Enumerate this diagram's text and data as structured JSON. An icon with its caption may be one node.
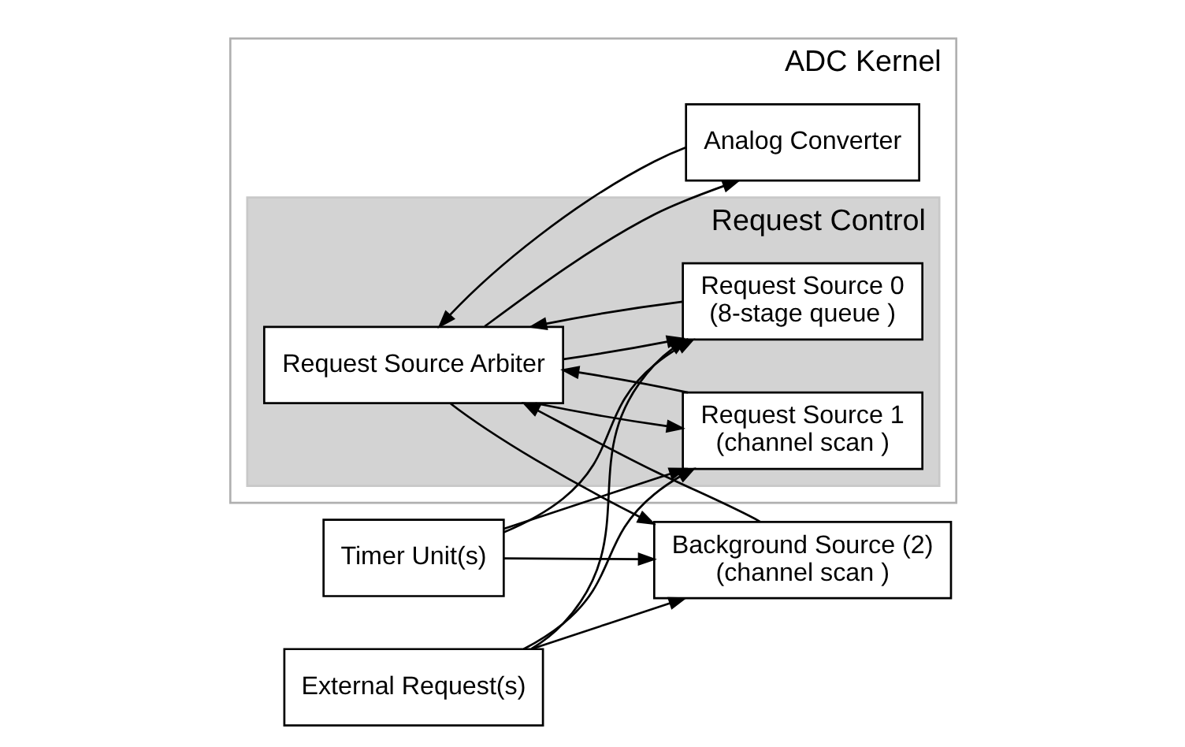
{
  "diagram": {
    "nodes": [
      {
        "text": [
          "ADC Kernel"
        ]
      },
      {
        "text": [
          "Request Control"
        ],
        "in": 0
      },
      {
        "text": [
          "Request Source Arbiter"
        ],
        "in": 1
      },
      {
        "text": [
          "Request Source 1",
          "(channel scan )"
        ],
        "in": 1
      },
      {
        "text": [
          "Request Source 0",
          "(8-stage queue )"
        ],
        "in": 1
      },
      {
        "text": [
          "Analog Converter"
        ],
        "in": 0
      },
      {
        "text": [
          "Background Source (2)",
          "(channel scan )"
        ]
      },
      {
        "text": [
          "Timer Unit(s)"
        ]
      },
      {
        "text": [
          "External Request(s)"
        ]
      }
    ],
    "edges": [
      {
        "from": 7,
        "to": 6,
        "arrow": "to"
      },
      {
        "from": 7,
        "to": 3,
        "arrow": "to"
      },
      {
        "from": 7,
        "to": 4,
        "arrow": "to"
      },
      {
        "from": 8,
        "to": 6,
        "arrow": "to"
      },
      {
        "from": 8,
        "to": 3,
        "arrow": "to"
      },
      {
        "from": 8,
        "to": 4,
        "arrow": "to"
      },
      {
        "from": 2,
        "to": 6,
        "arrow": "to"
      },
      {
        "from": 6,
        "to": 2,
        "arrow": "to"
      },
      {
        "from": 3,
        "to": 2,
        "arrow": "to"
      },
      {
        "from": 2,
        "to": 3,
        "arrow": "to"
      },
      {
        "from": 4,
        "to": 2,
        "arrow": "to"
      },
      {
        "from": 2,
        "to": 4,
        "arrow": "to"
      },
      {
        "from": 2,
        "to": 5,
        "arrow": "to"
      },
      {
        "from": 5,
        "to": 2,
        "arrow": "to"
      }
    ]
  }
}
